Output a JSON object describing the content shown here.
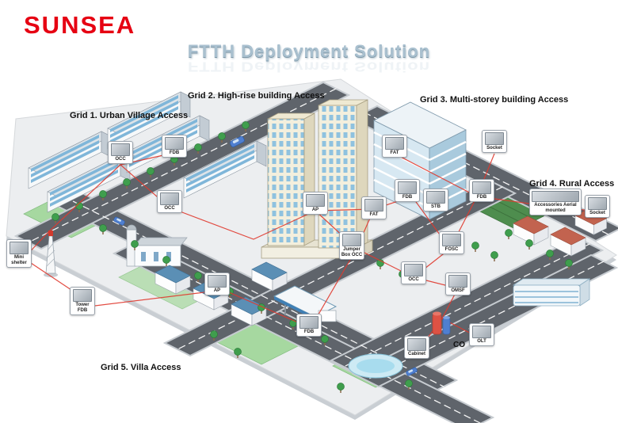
{
  "logo": {
    "text": "SUNSEA"
  },
  "title": "FTTH Deployment Solution",
  "grids": [
    {
      "label": "Grid 1. Urban Village Access"
    },
    {
      "label": "Grid 2. High-rise building Access"
    },
    {
      "label": "Grid 3. Multi-storey building Access"
    },
    {
      "label": "Grid 4. Rural Access"
    },
    {
      "label": "Grid 5. Villa Access"
    }
  ],
  "callouts": [
    {
      "label": "OCC"
    },
    {
      "label": "FDB"
    },
    {
      "label": "OCC"
    },
    {
      "label": "Mini shelter"
    },
    {
      "label": "Tower FDB"
    },
    {
      "label": "AP"
    },
    {
      "label": "AP"
    },
    {
      "label": "FAT"
    },
    {
      "label": "Jumper Box OCC"
    },
    {
      "label": "FDB"
    },
    {
      "label": "STB"
    },
    {
      "label": "FOSC"
    },
    {
      "label": "OCC"
    },
    {
      "label": "OMSF"
    },
    {
      "label": "FDB"
    },
    {
      "label": "Cabinet"
    },
    {
      "label": "OLT"
    },
    {
      "label": "FAT"
    },
    {
      "label": "Socket"
    },
    {
      "label": "FDB"
    },
    {
      "label": "Accessories Aerial mounted"
    },
    {
      "label": "Socket"
    }
  ],
  "co_label": "CO",
  "colors": {
    "brand_red": "#e60012",
    "fiber_red": "#e0392e",
    "title_blue": "#a9c0cf"
  }
}
